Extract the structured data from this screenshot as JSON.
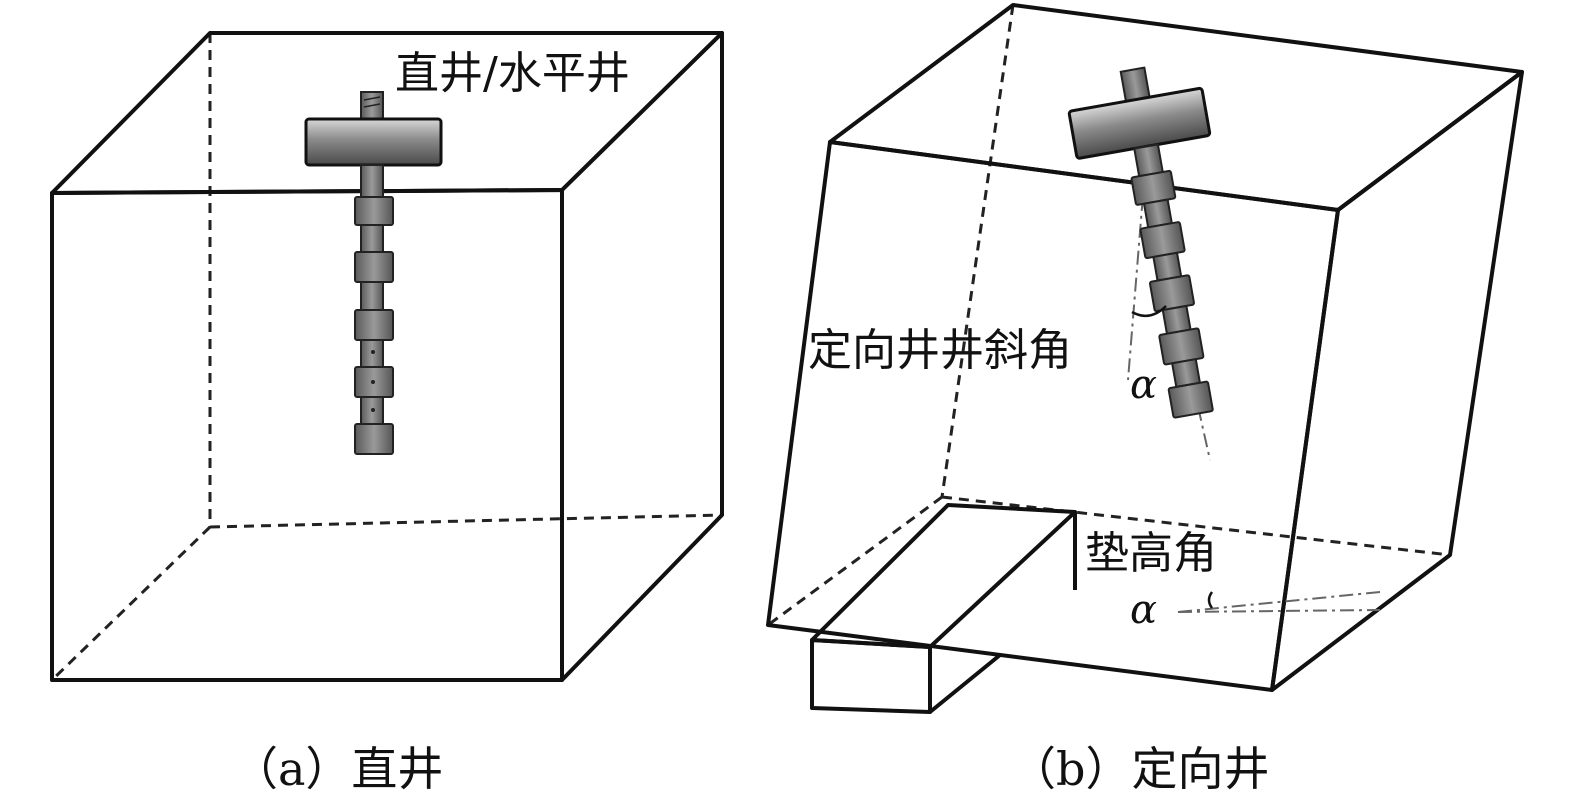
{
  "panel_a": {
    "tool_label": "直井/水平井",
    "caption": "（a）直井"
  },
  "panel_b": {
    "inclination_label": "定向井井斜角",
    "inclination_symbol": "α",
    "elevation_label": "垫高角",
    "elevation_symbol": "α",
    "caption": "（b）定向井"
  },
  "colors": {
    "line": "#111111",
    "tool_dark": "#555555",
    "tool_light": "#bdbdbd"
  }
}
